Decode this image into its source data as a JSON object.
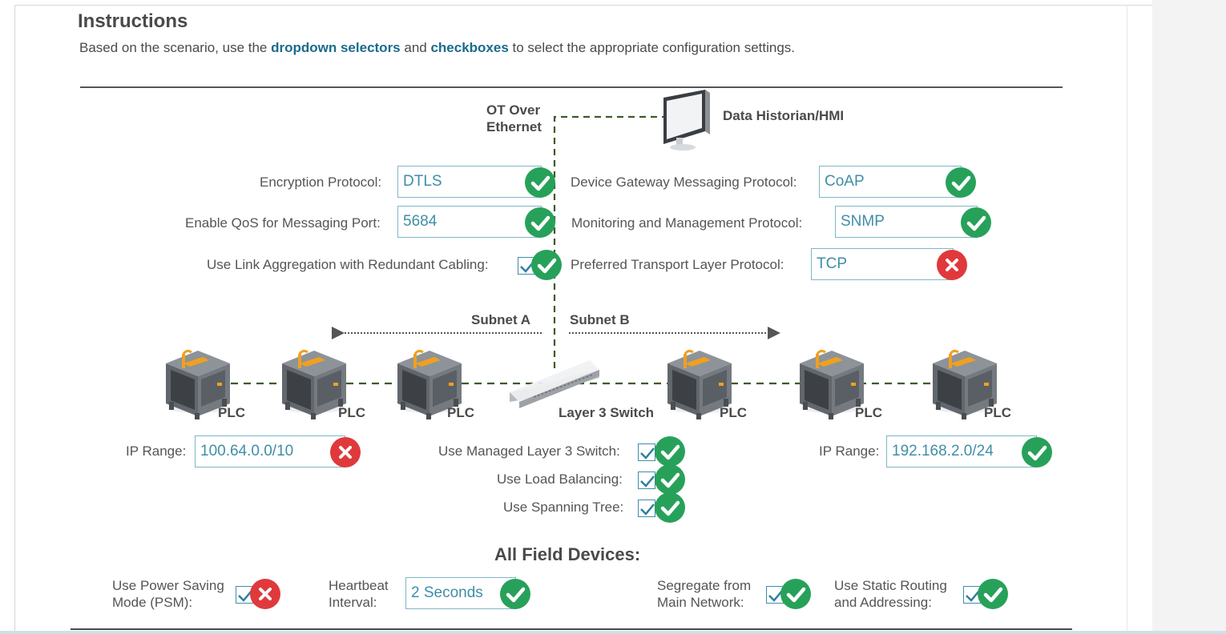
{
  "header": {
    "title": "Instructions",
    "instruction_prefix": "Based on the scenario, use the ",
    "dropdown_link": "dropdown selectors",
    "instruction_mid": " and ",
    "checkbox_link": "checkboxes",
    "instruction_suffix": " to select the appropriate configuration settings."
  },
  "diagram": {
    "ot_label_line1": "OT Over",
    "ot_label_line2": "Ethernet",
    "historian_label": "Data Historian/HMI",
    "subnet_a": "Subnet A",
    "subnet_b": "Subnet B",
    "switch_label": "Layer 3 Switch",
    "plc_label": "PLC"
  },
  "left_settings": {
    "encryption": {
      "label": "Encryption Protocol:",
      "value": "DTLS",
      "status": "correct"
    },
    "qos_port": {
      "label": "Enable QoS for Messaging Port:",
      "value": "5684",
      "status": "correct"
    },
    "link_aggregation": {
      "label": "Use Link Aggregation with Redundant Cabling:",
      "checked": true,
      "status": "correct"
    }
  },
  "right_settings": {
    "gateway_protocol": {
      "label": "Device Gateway Messaging Protocol:",
      "value": "CoAP",
      "status": "correct"
    },
    "monitoring_protocol": {
      "label": "Monitoring and Management Protocol:",
      "value": "SNMP",
      "status": "correct"
    },
    "transport_protocol": {
      "label": "Preferred Transport Layer Protocol:",
      "value": "TCP",
      "status": "incorrect"
    }
  },
  "subnet_a_settings": {
    "ip_label": "IP Range:",
    "ip_value": "100.64.0.0/10",
    "status": "incorrect"
  },
  "subnet_b_settings": {
    "ip_label": "IP Range:",
    "ip_value": "192.168.2.0/24",
    "status": "correct"
  },
  "switch_settings": {
    "managed": {
      "label": "Use Managed Layer 3 Switch:",
      "checked": true,
      "status": "correct"
    },
    "load_balancing": {
      "label": "Use Load Balancing:",
      "checked": true,
      "status": "correct"
    },
    "spanning_tree": {
      "label": "Use Spanning Tree:",
      "checked": true,
      "status": "correct"
    }
  },
  "field_devices": {
    "title": "All Field Devices:",
    "psm": {
      "label_line1": "Use Power Saving",
      "label_line2": "Mode (PSM):",
      "checked": true,
      "status": "incorrect"
    },
    "heartbeat": {
      "label_line1": "Heartbeat",
      "label_line2": "Interval:",
      "value": "2 Seconds",
      "status": "correct"
    },
    "segregate": {
      "label_line1": "Segregate from",
      "label_line2": "Main Network:",
      "checked": true,
      "status": "correct"
    },
    "static_routing": {
      "label_line1": "Use Static Routing",
      "label_line2": "and Addressing:",
      "checked": true,
      "status": "correct"
    }
  },
  "colors": {
    "correct": "#27a15a",
    "incorrect": "#e0393c",
    "accent": "#1b6b8c",
    "field_text": "#3f8ea7"
  }
}
